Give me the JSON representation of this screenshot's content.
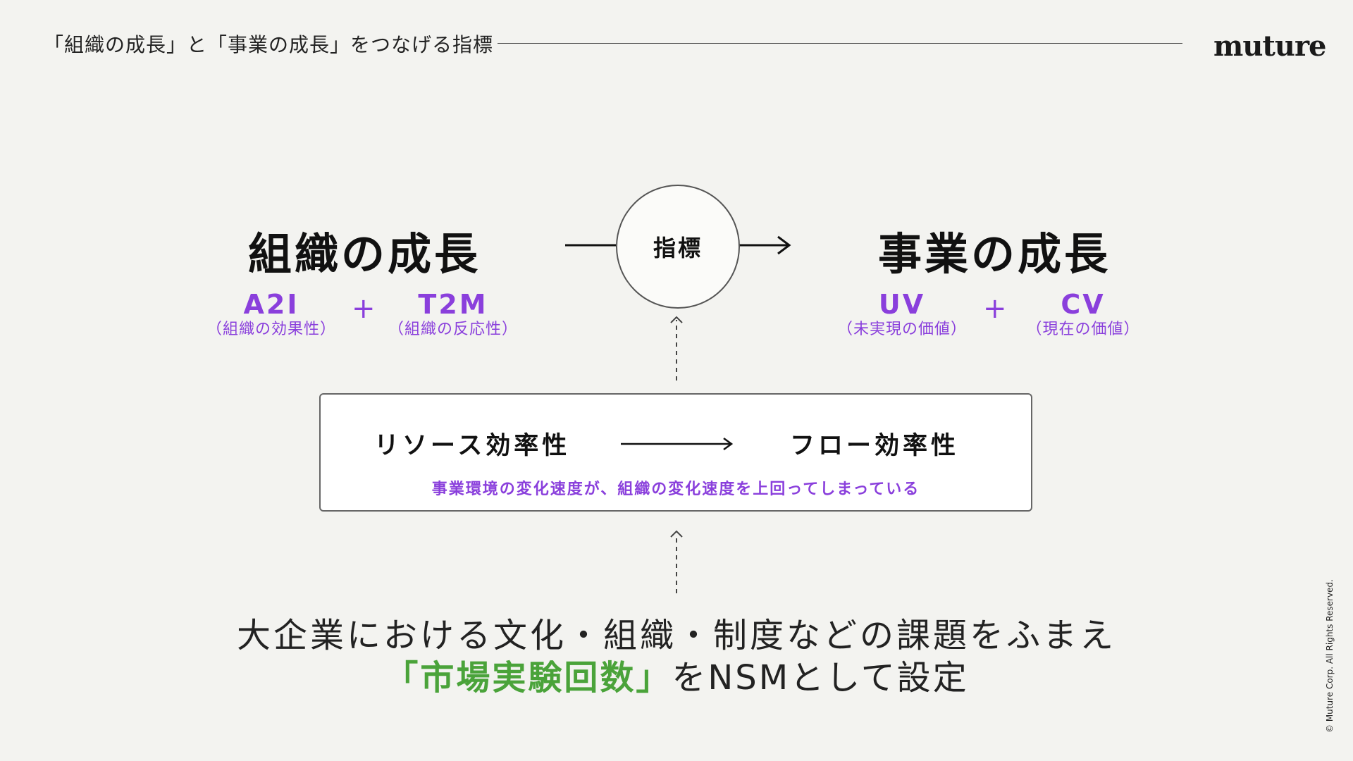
{
  "header": {
    "title": "「組織の成長」と「事業の成長」をつなげる指標",
    "logo": "muture"
  },
  "left_block": {
    "title": "組織の成長",
    "metrics": [
      {
        "code": "A2I",
        "sub": "（組織の効果性）"
      },
      {
        "code": "T2M",
        "sub": "（組織の反応性）"
      }
    ],
    "plus": "+"
  },
  "center": {
    "label": "指標"
  },
  "right_block": {
    "title": "事業の成長",
    "metrics": [
      {
        "code": "UV",
        "sub": "（未実現の価値）"
      },
      {
        "code": "CV",
        "sub": "（現在の価値）"
      }
    ],
    "plus": "+"
  },
  "box": {
    "left": "リソース効率性",
    "right": "フロー効率性",
    "note": "事業環境の変化速度が、組織の変化速度を上回ってしまっている"
  },
  "bottom": {
    "line1": "大企業における文化・組織・制度などの課題をふまえ",
    "highlight": "「市場実験回数」",
    "line2_rest": "をNSMとして設定"
  },
  "copyright": "© Muture Corp. All Rights Reserved.",
  "colors": {
    "accent_purple": "#8a3fdc",
    "accent_green": "#4aa33a",
    "background": "#f3f3f0"
  }
}
